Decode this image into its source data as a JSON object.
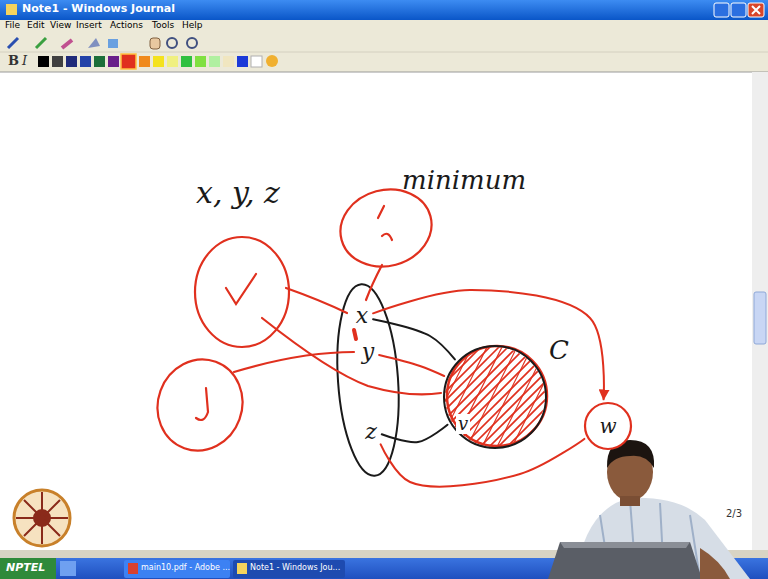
{
  "diagram": {
    "nodes": [
      {
        "text": [
          "x"
        ]
      },
      {
        "text": [
          "y"
        ]
      },
      {
        "text": [
          "z"
        ]
      },
      {
        "text": [
          "C"
        ]
      },
      {
        "text": [
          "w"
        ]
      }
    ],
    "edges": [
      {
        "from": 0,
        "to": 3,
        "arrow": "none"
      },
      {
        "from": 2,
        "to": 3,
        "arrow": "none"
      },
      {
        "from": 0,
        "to": 4,
        "arrow": "to"
      },
      {
        "from": 1,
        "to": 3,
        "arrow": "none"
      },
      {
        "from": 2,
        "to": 4,
        "arrow": "none"
      }
    ],
    "labels": [
      "x, y, z",
      "minimum",
      "v",
      "Note1 - Windows Journal",
      "File",
      "Edit",
      "View",
      "Insert",
      "Actions",
      "Tools",
      "Help",
      "2/3",
      "NPTEL",
      "main10.pdf - Adobe ...",
      "Note1 - Windows Jou...",
      "B",
      "I"
    ]
  }
}
